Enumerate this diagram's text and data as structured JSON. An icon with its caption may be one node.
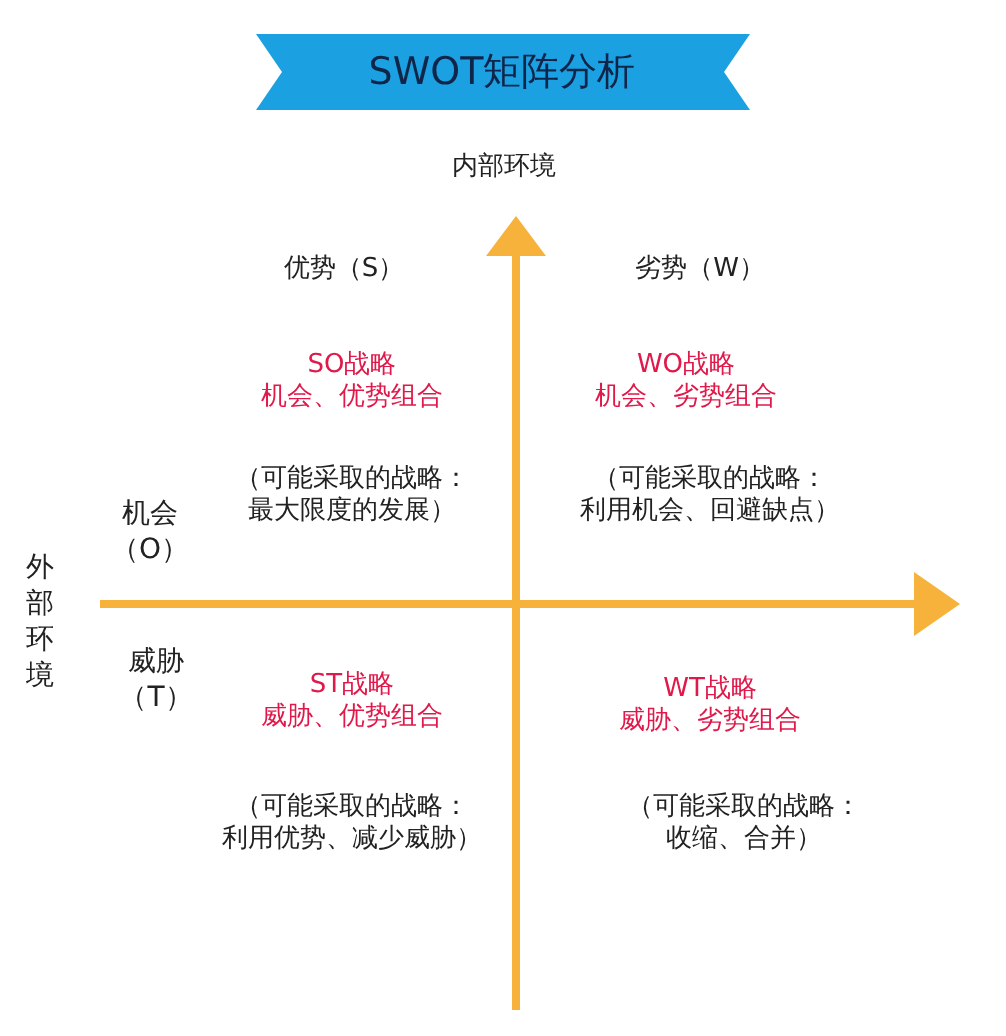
{
  "diagram": {
    "title": "SWOT矩阵分析",
    "labels": [
      "内部环境",
      "优势（S）",
      "劣势（W）",
      "SO战略",
      "机会、优势组合",
      "WO战略",
      "机会、劣势组合",
      "机会（O）",
      "（可能采取的战略：最大限度的发展）",
      "（可能采取的战略：利用机会、回避缺点）",
      "外部环境",
      "威胁（T）",
      "ST战略",
      "威胁、优势组合",
      "WT战略",
      "威胁、劣势组合",
      "（可能采取的战略：利用优势、减少威胁）",
      "（可能采取的战略：收缩、合并）"
    ]
  }
}
